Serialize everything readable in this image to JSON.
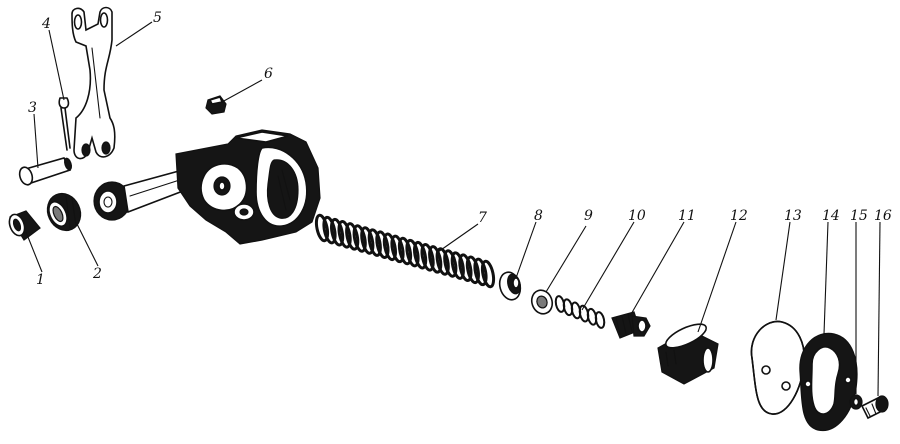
{
  "callouts": [
    {
      "label": "1"
    },
    {
      "label": "2"
    },
    {
      "label": "3"
    },
    {
      "label": "4"
    },
    {
      "label": "5"
    },
    {
      "label": "6"
    },
    {
      "label": "7"
    },
    {
      "label": "8"
    },
    {
      "label": "9"
    },
    {
      "label": "10"
    },
    {
      "label": "11"
    },
    {
      "label": "12"
    },
    {
      "label": "13"
    },
    {
      "label": "14"
    },
    {
      "label": "15"
    },
    {
      "label": "16"
    }
  ],
  "colors": {
    "ink": "#111111",
    "background": "#ffffff"
  }
}
